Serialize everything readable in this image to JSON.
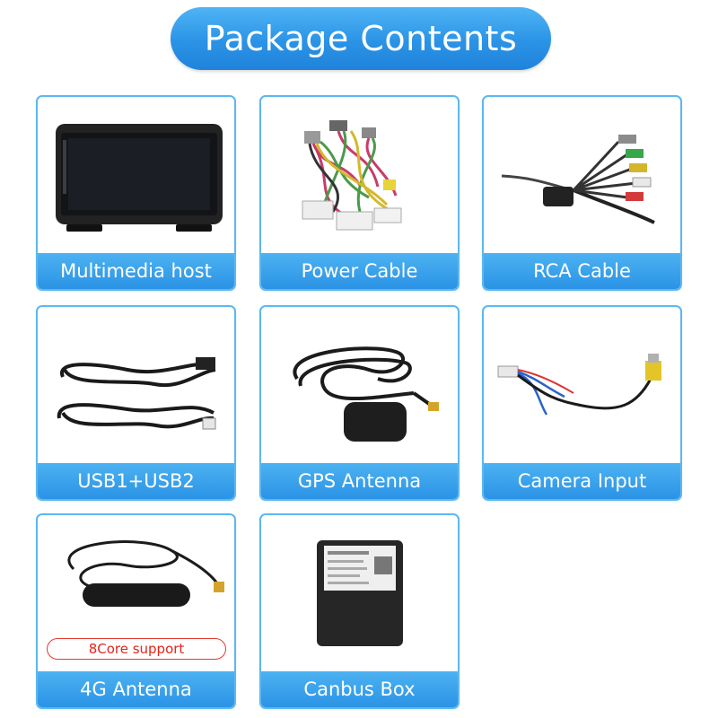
{
  "header": {
    "title": "Package Contents"
  },
  "items": [
    {
      "label": "Multimedia host",
      "icon": "head-unit-icon"
    },
    {
      "label": "Power Cable",
      "icon": "power-harness-icon"
    },
    {
      "label": "RCA Cable",
      "icon": "rca-cable-icon"
    },
    {
      "label": "USB1+USB2",
      "icon": "usb-cable-icon"
    },
    {
      "label": "GPS Antenna",
      "icon": "gps-antenna-icon"
    },
    {
      "label": "Camera Input",
      "icon": "camera-cable-icon"
    },
    {
      "label": "4G Antenna",
      "icon": "lte-antenna-icon",
      "note": "8Core support"
    },
    {
      "label": "Canbus Box",
      "icon": "canbus-box-icon"
    }
  ],
  "colors": {
    "accent": "#2b93e6",
    "border": "#5cb8f0",
    "note_red": "#e3241a"
  }
}
